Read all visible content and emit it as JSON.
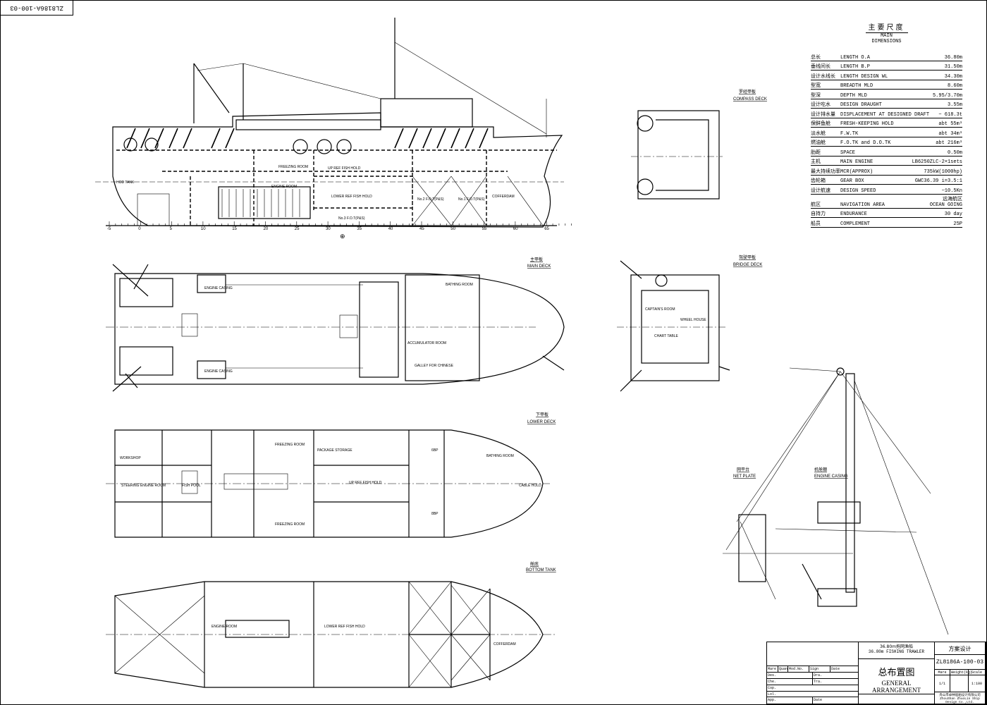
{
  "drawing_no_stamp": "ZL8186A-100-03",
  "views": {
    "compass_deck": {
      "cn": "罗经甲板",
      "en": "COMPASS DECK"
    },
    "main_deck": {
      "cn": "主甲板",
      "en": "MAIN DECK"
    },
    "bridge_deck": {
      "cn": "驾驶甲板",
      "en": "BRIDGE DECK"
    },
    "lower_deck": {
      "cn": "下甲板",
      "en": "LOWER DECK"
    },
    "bottom_tank": {
      "cn": "舱底",
      "en": "BOTTOM TANK"
    },
    "net_plate": {
      "cn": "网平台",
      "en": "NET PLATE"
    },
    "engine_casing": {
      "cn": "机舱棚",
      "en": "ENGINE CASING"
    }
  },
  "frame_labels": [
    "-5",
    "0",
    "5",
    "10",
    "15",
    "20",
    "25",
    "30",
    "35",
    "40",
    "45",
    "50",
    "55",
    "60",
    "65"
  ],
  "profile_labels": {
    "freezing_room": "FREEZING ROOM",
    "up_hold": "UP REF FISH HOLD",
    "engine_room": "ENGINE ROOM",
    "lower_hold": "LOWER REF FISH HOLD",
    "fo_tk2": "No.2 F.O.T(P&S)",
    "fo_tk1": "No.1 F.O.T(P&S)",
    "cofferdam": "COFFERDAM",
    "fo_tk3": "No.3 F.O.T(P&S)",
    "hod_tank": "HOD TANK"
  },
  "plan_labels": {
    "engine_casing": "ENGINE CASING",
    "accumulator": "ACCUMULATOR ROOM",
    "galley": "GALLEY FOR CHINESE",
    "bathing": "BATHING ROOM",
    "workshop": "WORKSHOP",
    "steering": "STEERING ENGINE ROOM",
    "fish_pool": "FISH POOL",
    "package": "PACKAGE STORAGE",
    "cable_hold": "CABLE HOLD",
    "berth_6": "6BP",
    "berth_8": "8BP",
    "captain": "CAPTAIN'S ROOM",
    "wheel_house": "WHEEL HOUSE",
    "chart_table": "CHART TABLE"
  },
  "main_dimensions": {
    "title_cn": "主要尺度",
    "title_en": "MAIN DIMENSIONS",
    "rows": [
      {
        "cn": "总长",
        "en": "LENGTH O.A",
        "value": "36.80m"
      },
      {
        "cn": "垂线间长",
        "en": "LENGTH B.P",
        "value": "31.50m"
      },
      {
        "cn": "设计水线长",
        "en": "LENGTH DESIGN WL",
        "value": "34.30m"
      },
      {
        "cn": "型宽",
        "en": "BREADTH MLD",
        "value": "8.60m"
      },
      {
        "cn": "型深",
        "en": "DEPTH MLD",
        "value": "5.95/3.70m"
      },
      {
        "cn": "设计吃水",
        "en": "DESIGN DRAUGHT",
        "value": "3.55m"
      },
      {
        "cn": "设计排水量",
        "en": "DISPLACEMENT AT DESIGNED DRAFT",
        "value": "~ 618.3t"
      },
      {
        "cn": "保鲜鱼舱",
        "en": "FRESH-KEEPING HOLD",
        "value": "abt 55m³"
      },
      {
        "cn": "淡水舱",
        "en": "F.W.TK",
        "value": "abt 34m³"
      },
      {
        "cn": "燃油舱",
        "en": "F.O.TK and D.O.TK",
        "value": "abt 216m³"
      },
      {
        "cn": "肋距",
        "en": "SPACE",
        "value": "0.50m"
      },
      {
        "cn": "主机",
        "en": "MAIN ENGINE",
        "value": "LB6250ZLC-2×1sets"
      },
      {
        "cn": "最大持续功率",
        "en": "MCR(APPROX)",
        "value": "735kW(1000hp)"
      },
      {
        "cn": "齿轮箱",
        "en": "GEAR BOX",
        "value": "GWC36.39  i=3.5:1"
      },
      {
        "cn": "设计航速",
        "en": "DESIGN SPEED",
        "value": "~10.5Kn"
      },
      {
        "cn": "航区",
        "en": "NAVIGATION AREA",
        "value": "远海航区",
        "value2": "OCEAN GOING"
      },
      {
        "cn": "自持力",
        "en": "ENDURANCE",
        "value": "30 day"
      },
      {
        "cn": "船员",
        "en": "COMPLEMENT",
        "value": "25P"
      }
    ]
  },
  "title_block": {
    "vessel_cn": "36.80m拖网渔船",
    "vessel_en": "36.80m FISHING TRAWLER",
    "stage": "方案设计",
    "title_cn": "总布置图",
    "title_en": "GENERAL ARRANGEMENT",
    "drawing_no": "ZL8186A-100-03",
    "col_mark": "Mare",
    "col_quan": "Quan",
    "col_mod": "Mod.No.",
    "col_sign": "Sign",
    "col_date": "Date",
    "des": "Des.",
    "dra": "Dra.",
    "che": "Che.",
    "tra": "Tra.",
    "cop": "Cop.",
    "lol": "Lol.",
    "app": "App.",
    "date": "Date",
    "h_mare": "Mare",
    "h_weight": "Weight(kg)",
    "h_scale": "Scale",
    "sheet": "1/1",
    "scale": "1:100",
    "company_cn": "舟山市卓林船舶设计有限公司",
    "company_en": "ZhouShan ZhuoLin Ship Design Co.,Ltd."
  }
}
